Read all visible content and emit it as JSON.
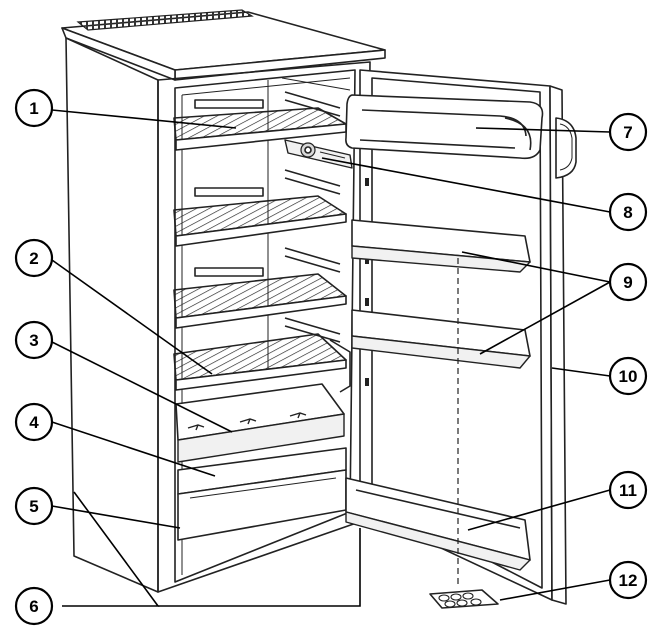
{
  "diagram": {
    "callouts": [
      {
        "id": "1",
        "label": "1"
      },
      {
        "id": "2",
        "label": "2"
      },
      {
        "id": "3",
        "label": "3"
      },
      {
        "id": "4",
        "label": "4"
      },
      {
        "id": "5",
        "label": "5"
      },
      {
        "id": "6",
        "label": "6"
      },
      {
        "id": "7",
        "label": "7"
      },
      {
        "id": "8",
        "label": "8"
      },
      {
        "id": "9",
        "label": "9"
      },
      {
        "id": "10",
        "label": "10"
      },
      {
        "id": "11",
        "label": "11"
      },
      {
        "id": "12",
        "label": "12"
      }
    ],
    "colors": {
      "line": "#000000",
      "paper": "#ffffff",
      "shade": "#f1f1f1"
    }
  }
}
